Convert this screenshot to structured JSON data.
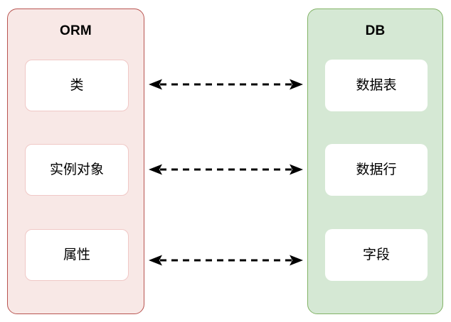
{
  "diagram": {
    "title_left": "ORM",
    "title_right": "DB",
    "left_panel": {
      "label": "ORM",
      "fill_color": "#f8e8e6",
      "border_color": "#b85450",
      "items": [
        {
          "label": "类"
        },
        {
          "label": "实例对象"
        },
        {
          "label": "属性"
        }
      ]
    },
    "right_panel": {
      "label": "DB",
      "fill_color": "#d5e8d4",
      "border_color": "#82b366",
      "items": [
        {
          "label": "数据表"
        },
        {
          "label": "数据行"
        },
        {
          "label": "字段"
        }
      ]
    },
    "connectors": [
      {
        "name": "class-to-table",
        "style": "dashed",
        "arrowheads": "both"
      },
      {
        "name": "instance-to-row",
        "style": "dashed",
        "arrowheads": "both"
      },
      {
        "name": "attribute-to-field",
        "style": "dashed",
        "arrowheads": "both"
      }
    ],
    "colors": {
      "background": "#ffffff",
      "item_fill": "#ffffff",
      "orm_item_border": "#f0c8c6",
      "arrow": "#000000",
      "text": "#000000"
    }
  }
}
